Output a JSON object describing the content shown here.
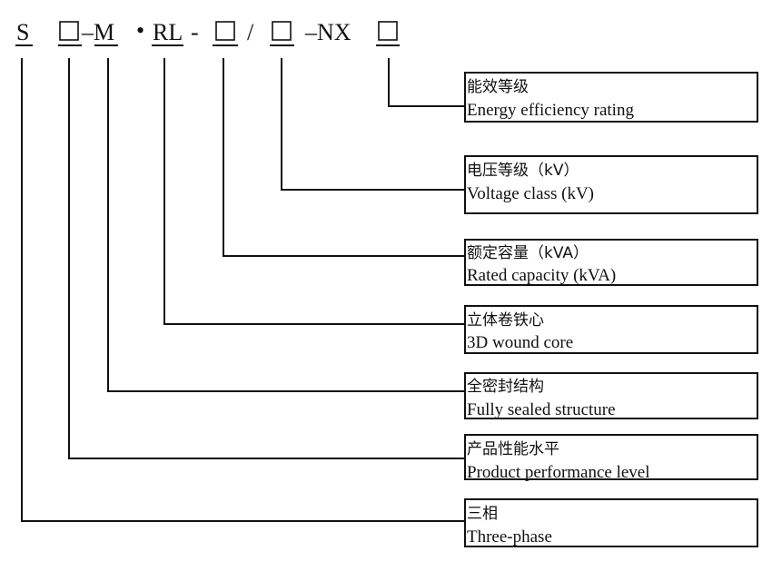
{
  "model_code": {
    "s": "S",
    "dash_m": "–M",
    "dot": "•",
    "rl": "RL",
    "dash1": "-",
    "slash": "/",
    "dash_nx": "–NX"
  },
  "boxes": [
    {
      "cn": "能效等级",
      "en": "Energy efficiency rating"
    },
    {
      "cn": "电压等级（kV）",
      "en": "Voltage class (kV)"
    },
    {
      "cn": "额定容量（kVA）",
      "en": "Rated capacity (kVA)"
    },
    {
      "cn": "立体卷铁心",
      "en": "3D wound core"
    },
    {
      "cn": "全密封结构",
      "en": "Fully sealed structure"
    },
    {
      "cn": "产品性能水平",
      "en": "Product performance level"
    },
    {
      "cn": "三相",
      "en": "Three-phase"
    }
  ]
}
